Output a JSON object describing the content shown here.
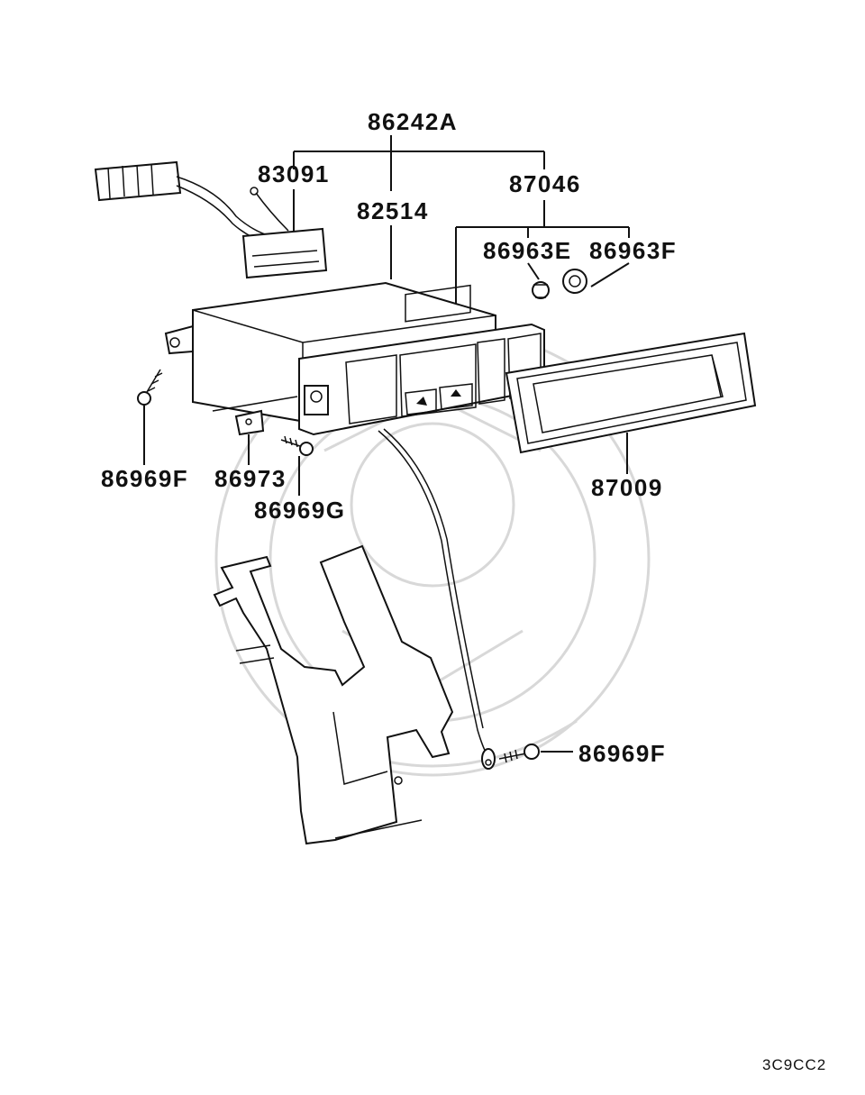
{
  "diagram": {
    "labels": {
      "p86242A": "86242A",
      "p83091": "83091",
      "p82514": "82514",
      "p87046": "87046",
      "p86963E": "86963E",
      "p86963F": "86963F",
      "p86969F_left": "86969F",
      "p86973": "86973",
      "p86969G": "86969G",
      "p87009": "87009",
      "p86969F_right": "86969F"
    },
    "ref_code": "3C9CC2"
  }
}
